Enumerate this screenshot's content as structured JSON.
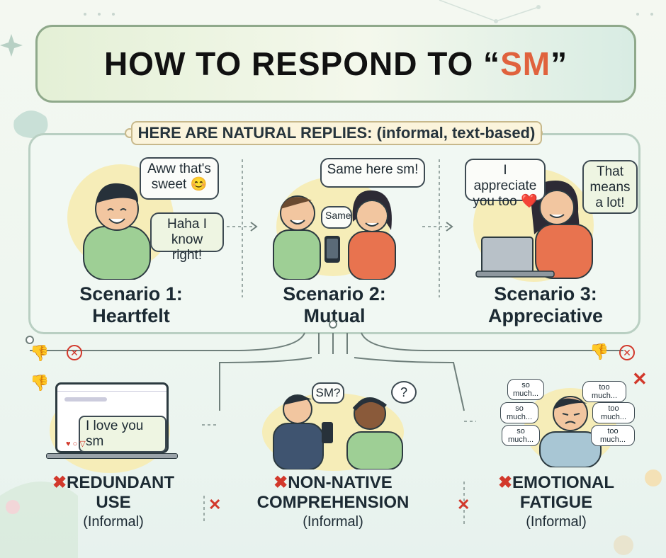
{
  "title": {
    "prefix": "HOW TO RESPOND TO “",
    "accent": "SM",
    "suffix": "”"
  },
  "replies_header": "HERE ARE NATURAL REPLIES: (informal, text-based)",
  "scenarios": [
    {
      "title_line1": "Scenario 1:",
      "title_line2": "Heartfelt",
      "bubble_a": "Aww that's sweet 😊",
      "bubble_b": "Haha I know right!"
    },
    {
      "title_line1": "Scenario 2:",
      "title_line2": "Mutual",
      "bubble_a": "Same here sm!",
      "bubble_b": "Same"
    },
    {
      "title_line1": "Scenario 3:",
      "title_line2": "Appreciative",
      "bubble_a": "I appreciate you too ❤️",
      "bubble_b": "That means a lot!"
    }
  ],
  "downsides": [
    {
      "x": "✖",
      "title_line1": "REDUNDANT",
      "title_line2": "USE",
      "sub": "(Informal)",
      "screen_text": "I love you sm"
    },
    {
      "x": "✖",
      "title_line1": "NON-NATIVE",
      "title_line2": "COMPREHENSION",
      "sub": "(Informal)",
      "bubble_a": "SM?",
      "bubble_b": "?"
    },
    {
      "x": "✖",
      "title_line1": "EMOTIONAL",
      "title_line2": "FATIGUE",
      "sub": "(Informal)",
      "left_bubbles": [
        "so much...",
        "so much...",
        "so much..."
      ],
      "right_bubbles": [
        "too much...",
        "too much...",
        "too much..."
      ]
    }
  ],
  "colors": {
    "accent": "#e0623d",
    "x_red": "#d2382b",
    "panel_border": "#b9cfc2"
  },
  "icons": [
    "thumbs-down-icon",
    "no-icon",
    "cross-icon"
  ]
}
